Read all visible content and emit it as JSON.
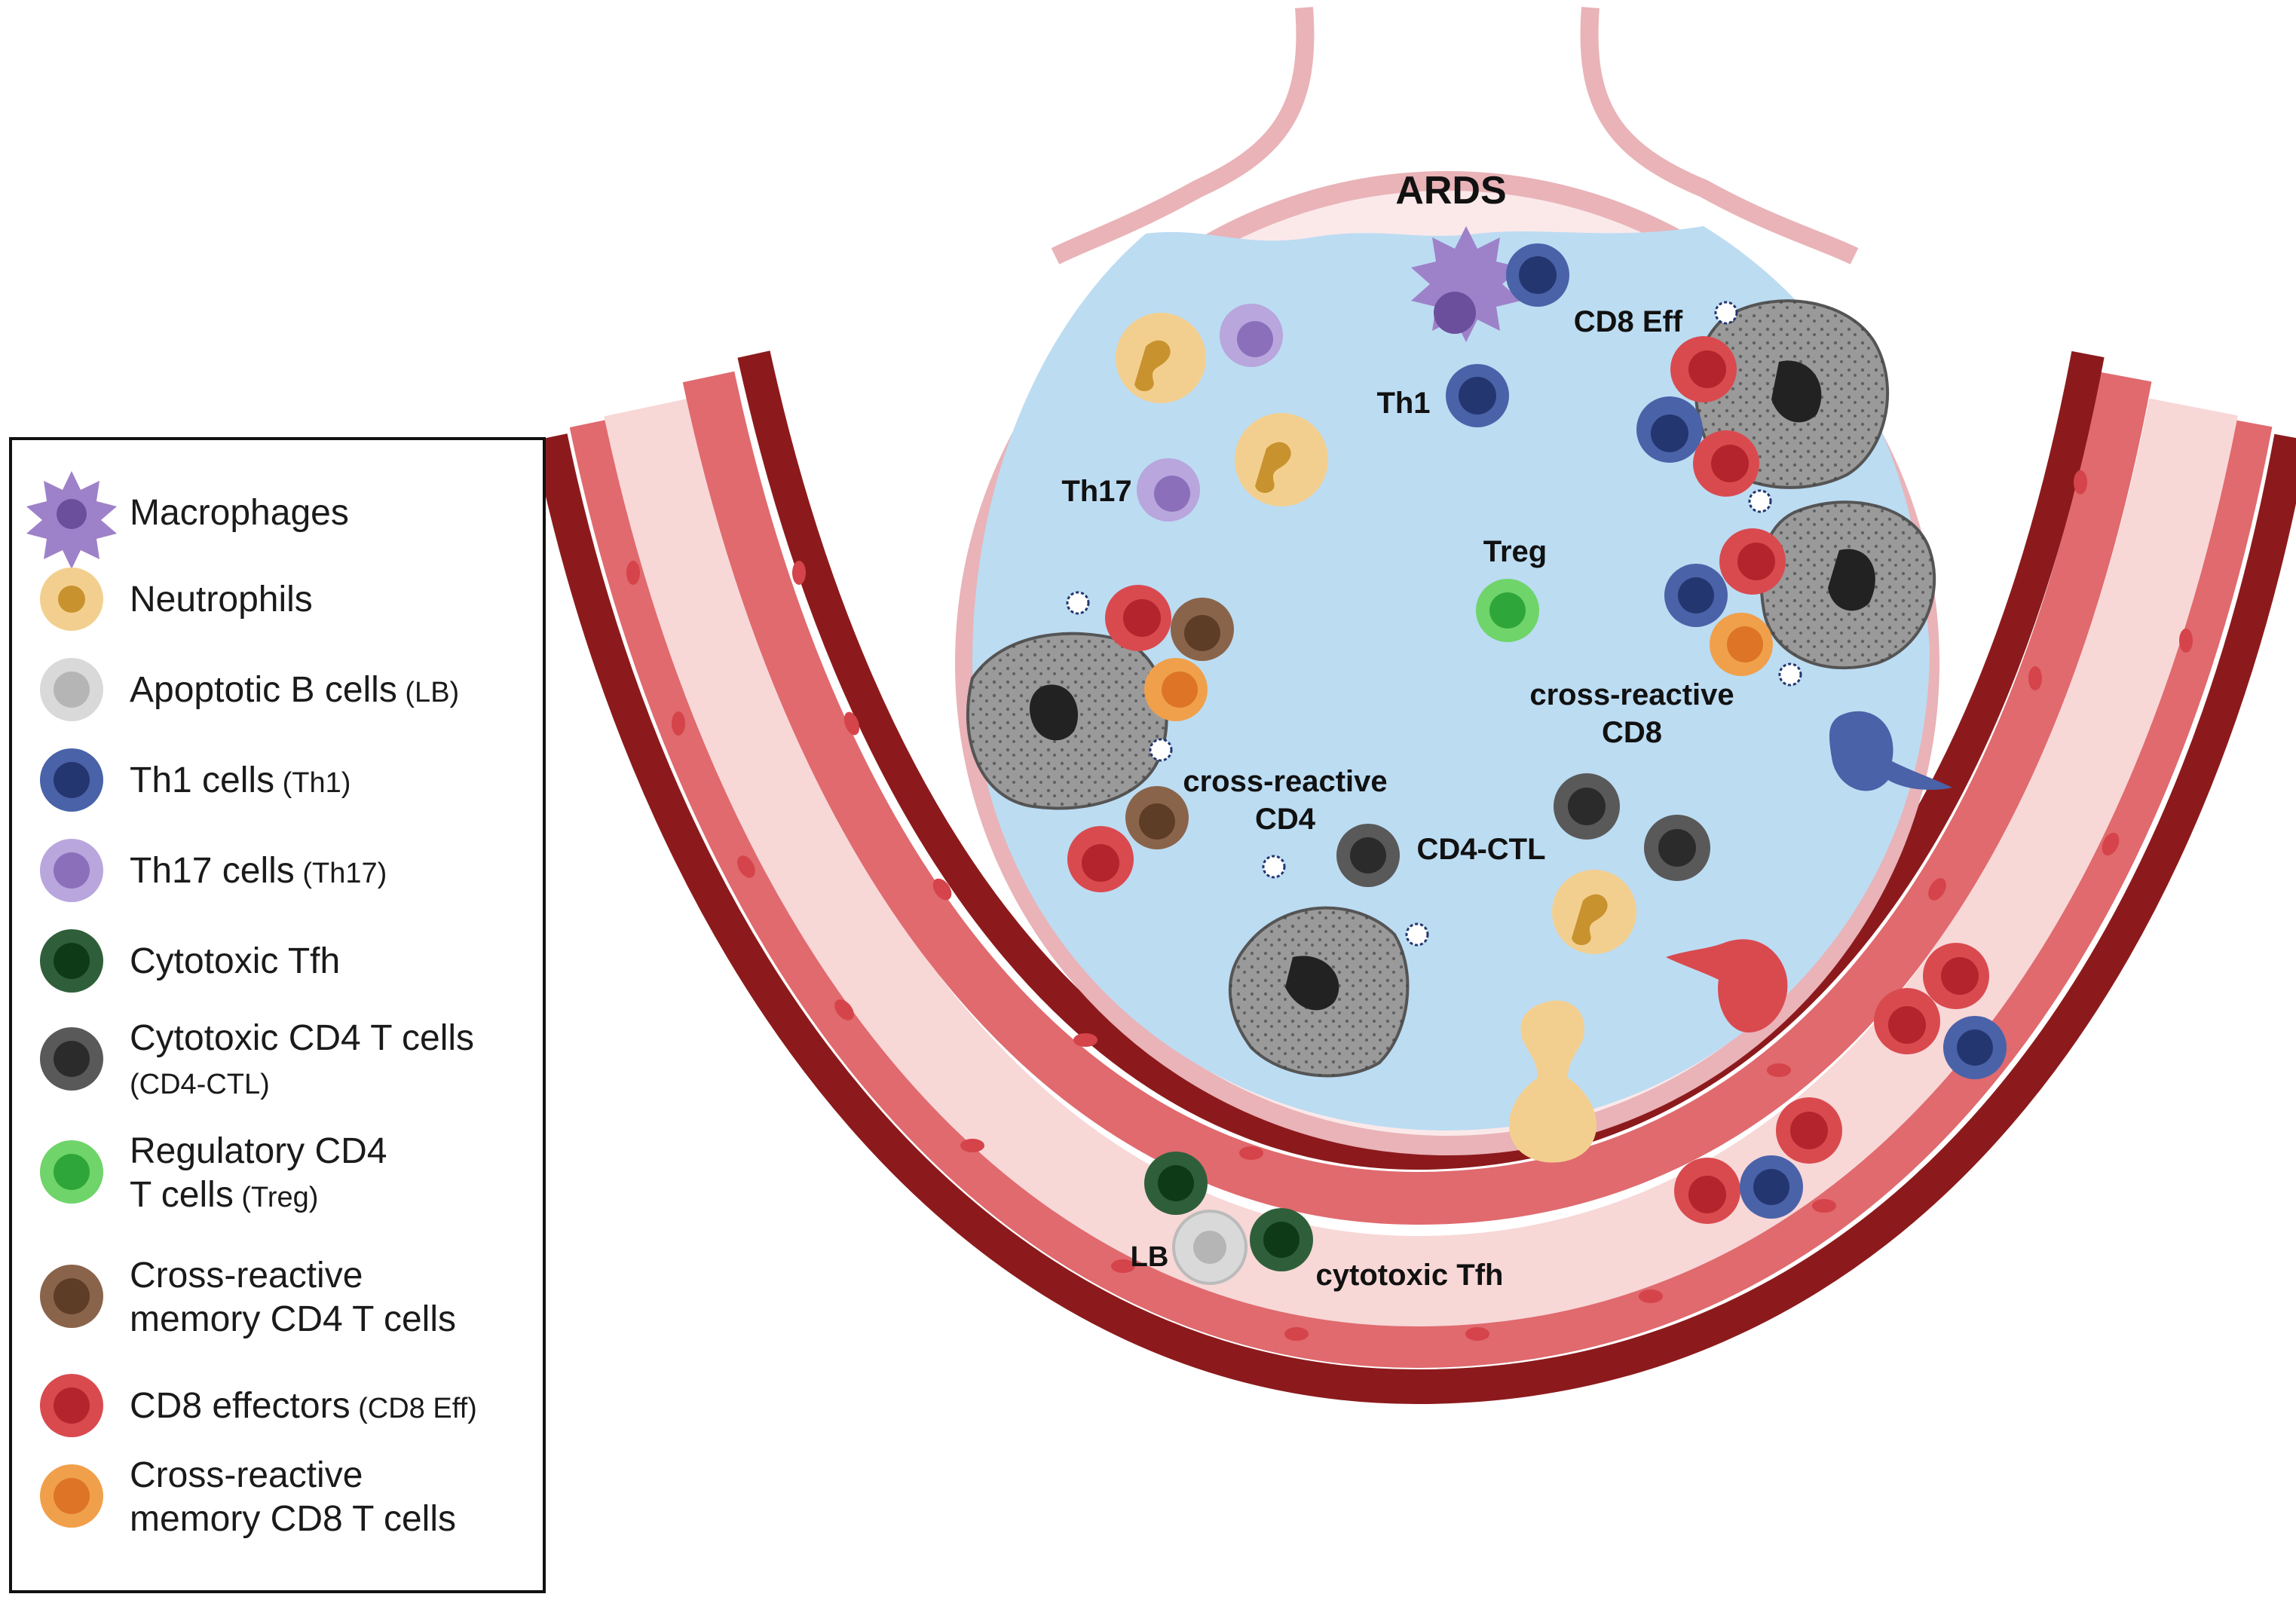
{
  "title": "ARDS",
  "labels": {
    "cd8_eff": "CD8 Eff",
    "th1": "Th1",
    "th17": "Th17",
    "treg": "Treg",
    "cross_cd8_line1": "cross-reactive",
    "cross_cd8_line2": "CD8",
    "cross_cd4_line1": "cross-reactive",
    "cross_cd4_line2": "CD4",
    "cd4_ctl": "CD4-CTL",
    "lb": "LB",
    "cytotoxic_tfh": "cytotoxic Tfh"
  },
  "legend": [
    {
      "name": "Macrophages",
      "abbr": "",
      "icon": "macrophage-icon",
      "fill": "#9d82c9",
      "core": "#6b4f9c"
    },
    {
      "name": "Neutrophils",
      "abbr": "",
      "icon": "neutrophil-icon",
      "fill": "#f3cf8f",
      "core": "#c8922e"
    },
    {
      "name": "Apoptotic B cells",
      "abbr": "(LB)",
      "icon": "apoptotic-b-cell-icon",
      "fill": "#d9d9d9",
      "core": "#b5b5b5"
    },
    {
      "name": "Th1 cells",
      "abbr": "(Th1)",
      "icon": "th1-cell-icon",
      "fill": "#4a62a8",
      "core": "#24366f"
    },
    {
      "name": "Th17 cells",
      "abbr": "(Th17)",
      "icon": "th17-cell-icon",
      "fill": "#b8a6dd",
      "core": "#8c6fbb"
    },
    {
      "name": "Cytotoxic Tfh",
      "abbr": "",
      "icon": "cytotoxic-tfh-icon",
      "fill": "#2f5f3a",
      "core": "#0f3a18"
    },
    {
      "name": "Cytotoxic CD4 T cells",
      "name2": "(CD4-CTL)",
      "abbr": "",
      "icon": "cd4-ctl-icon",
      "fill": "#595959",
      "core": "#2b2b2b"
    },
    {
      "name": "Regulatory CD4",
      "name2": "T cells",
      "abbr": "(Treg)",
      "icon": "treg-icon",
      "fill": "#6fd46a",
      "core": "#2fa63a"
    },
    {
      "name": "Cross-reactive",
      "name2": "memory CD4 T cells",
      "abbr": "",
      "icon": "cross-reactive-cd4-icon",
      "fill": "#8a644a",
      "core": "#5e3d27"
    },
    {
      "name": "CD8 effectors",
      "abbr": "(CD8 Eff)",
      "icon": "cd8-effector-icon",
      "fill": "#d94a4f",
      "core": "#b3242c"
    },
    {
      "name": "Cross-reactive",
      "name2": "memory CD8 T cells",
      "abbr": "",
      "icon": "cross-reactive-cd8-icon",
      "fill": "#f0a04b",
      "core": "#dd7426"
    }
  ],
  "colors": {
    "alveolus_fill": "#bcdcf2",
    "alveolus_wall": "#e9b3b8",
    "vessel_dark": "#8c1a1c",
    "vessel_mid": "#e06a6e",
    "vessel_inner": "#f8d7d7",
    "macrophage_gray": "#9a9a9a"
  }
}
